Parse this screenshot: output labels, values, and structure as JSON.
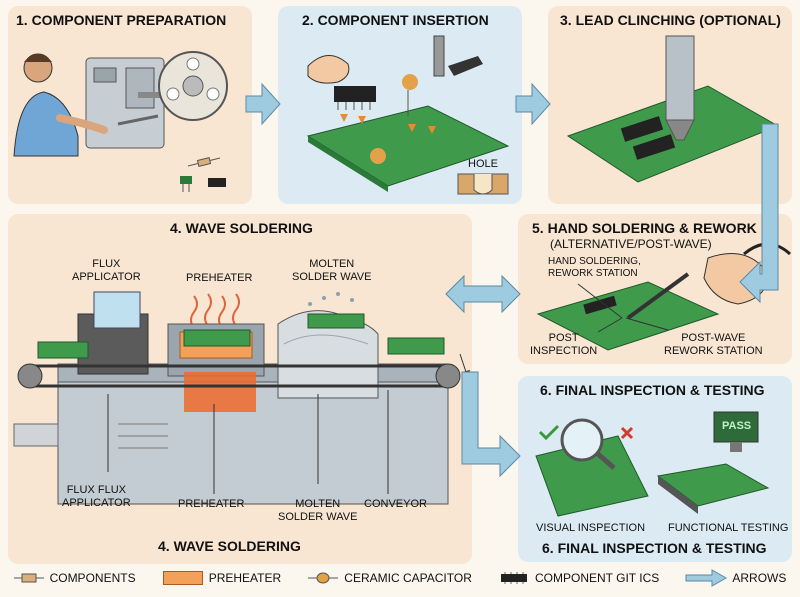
{
  "steps": {
    "s1": {
      "title": "1. COMPONENT PREPARATION"
    },
    "s2": {
      "title": "2. COMPONENT INSERTION",
      "hole": "HOLE"
    },
    "s3": {
      "title": "3. LEAD CLINCHING (OPTIONAL)"
    },
    "s4": {
      "title_top": "4. WAVE SOLDERING",
      "title_bottom": "4. WAVE SOLDERING",
      "flux_top": "FLUX\nAPPLICATOR",
      "preheater_top": "PREHEATER",
      "molten_top": "MOLTEN\nSOLDER WAVE",
      "flux_bottom": "FLUX FLUX\nAPPLICATOR",
      "preheater_bottom": "PREHEATER",
      "molten_bottom": "MOLTEN\nSOLDER WAVE",
      "conveyor": "CONVEYOR"
    },
    "s5": {
      "title": "5. HAND SOLDERING & REWORK",
      "subtitle": "(ALTERNATIVE/POST-WAVE)",
      "station": "HAND SOLDERING,\nREWORK STATION",
      "post_inspection": "POST\nINSPECTION",
      "post_wave": "POST-WAVE\nREWORK STATION"
    },
    "s6": {
      "title_top": "6.  FINAL INSPECTION & TESTING",
      "title_bottom": "6. FINAL INSPECTION & TESTING",
      "pass": "PASS",
      "visual": "VISUAL INSPECTION",
      "functional": "FUNCTIONAL TESTING"
    }
  },
  "legend": [
    {
      "icon": "resistor-icon",
      "label": "COMPONENTS"
    },
    {
      "icon": "preheater-swatch-icon",
      "label": "PREHEATER"
    },
    {
      "icon": "capacitor-icon",
      "label": "CERAMIC CAPACITOR"
    },
    {
      "icon": "ic-chip-icon",
      "label": "COMPONENT GIT ICS"
    },
    {
      "icon": "arrow-icon",
      "label": "ARROWS"
    }
  ],
  "colors": {
    "pcb": "#3f9a4c",
    "pcb_dark": "#2c7a3a",
    "arrow": "#9fcbe0",
    "peach": "#f8e6d3",
    "blue": "#dcebf3",
    "preheater": "#f2a05a",
    "metal": "#b9c1c8"
  }
}
